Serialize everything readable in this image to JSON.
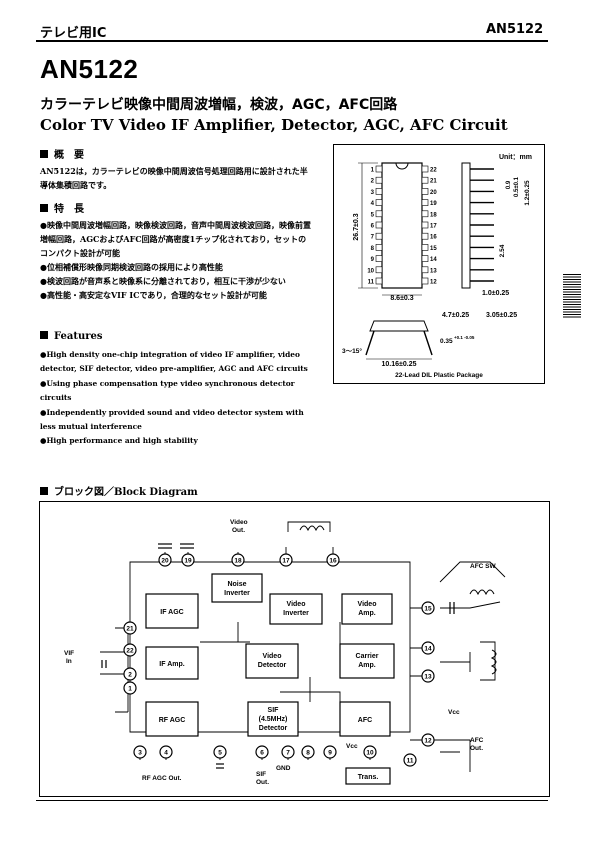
{
  "header": {
    "left": "テレビ用IC",
    "right": "AN5122"
  },
  "title": "AN5122",
  "subtitle_ja": "カラーテレビ映像中間周波増幅，検波，AGC，AFC回路",
  "subtitle_en": "Color TV Video IF Amplifier, Detector, AGC, AFC Circuit",
  "overview": {
    "heading": "概　要",
    "text": "AN5122は，カラーテレビの映像中間周波信号処理回路用に設計された半導体集積回路です。"
  },
  "features_ja": {
    "heading": "特　長",
    "items": [
      "●映像中間周波増幅回路，映像検波回路，音声中間周波検波回路，映像前置増幅回路，AGCおよびAFC回路が高密度1チップ化されており，セットのコンパクト設計が可能",
      "●位相補償形映像同期検波回路の採用により高性能",
      "●検波回路が音声系と映像系に分離されており，相互に干渉が少ない",
      "●高性能・高安定なVIF ICであり，合理的なセット設計が可能"
    ]
  },
  "features_en": {
    "heading": "Features",
    "items": [
      "●High density one-chip integration of video IF amplifier, video detector, SIF detector, video pre-amplifier, AGC and AFC circuits",
      "●Using phase compensation type video synchronous detector circuits",
      "●Independently provided sound and video detector system with less mutual interference",
      "●High performance and high stability"
    ]
  },
  "package": {
    "unit": "Unit：mm",
    "caption": "22-Lead DIL Plastic Package",
    "pins_left": [
      "1",
      "2",
      "3",
      "4",
      "5",
      "6",
      "7",
      "8",
      "9",
      "10",
      "11"
    ],
    "pins_right": [
      "22",
      "21",
      "20",
      "19",
      "18",
      "17",
      "16",
      "15",
      "14",
      "13",
      "12"
    ],
    "dims": {
      "length": "26.7±0.3",
      "body_width": "8.6±0.3",
      "row_spacing": "10.16±0.25",
      "angle": "3～15°",
      "lead_thick": "0.35",
      "lead_tol": "+0.1 -0.05",
      "pitch": "2.54",
      "lead_len": "4.7±0.25",
      "seat": "3.05±0.25",
      "height": "1.0±0.25",
      "lead_w": "0.5±0.1",
      "lead_w2": "1.2±0.25",
      "top_w": "0.9"
    }
  },
  "block_diagram": {
    "heading": "ブロック図／Block Diagram",
    "blocks": {
      "if_agc": "IF AGC",
      "if_amp": "IF Amp.",
      "rf_agc": "RF AGC",
      "noise_inv_1": "Noise",
      "noise_inv_2": "Inverter",
      "video_inv_1": "Video",
      "video_inv_2": "Inverter",
      "video_amp_1": "Video",
      "video_amp_2": "Amp.",
      "video_det_1": "Video",
      "video_det_2": "Detector",
      "carrier_amp_1": "Carrier",
      "carrier_amp_2": "Amp.",
      "sif_1": "SIF",
      "sif_2": "(4.5MHz)",
      "sif_3": "Detector",
      "afc": "AFC",
      "trans": "Trans."
    },
    "labels": {
      "video_out_1": "Video",
      "video_out_2": "Out.",
      "vif_in_1": "VIF",
      "vif_in_2": "In",
      "afc_sw": "AFC SW",
      "afc_out_1": "AFC",
      "afc_out_2": "Out.",
      "vcc": "Vcc",
      "vcc2": "Vcc",
      "gnd": "GND",
      "sif_out_1": "SIF",
      "sif_out_2": "Out.",
      "rf_agc_out": "RF AGC Out."
    },
    "pins": [
      "1",
      "2",
      "3",
      "4",
      "5",
      "6",
      "7",
      "8",
      "9",
      "10",
      "11",
      "12",
      "13",
      "14",
      "15",
      "16",
      "17",
      "18",
      "19",
      "20",
      "21",
      "22"
    ]
  }
}
